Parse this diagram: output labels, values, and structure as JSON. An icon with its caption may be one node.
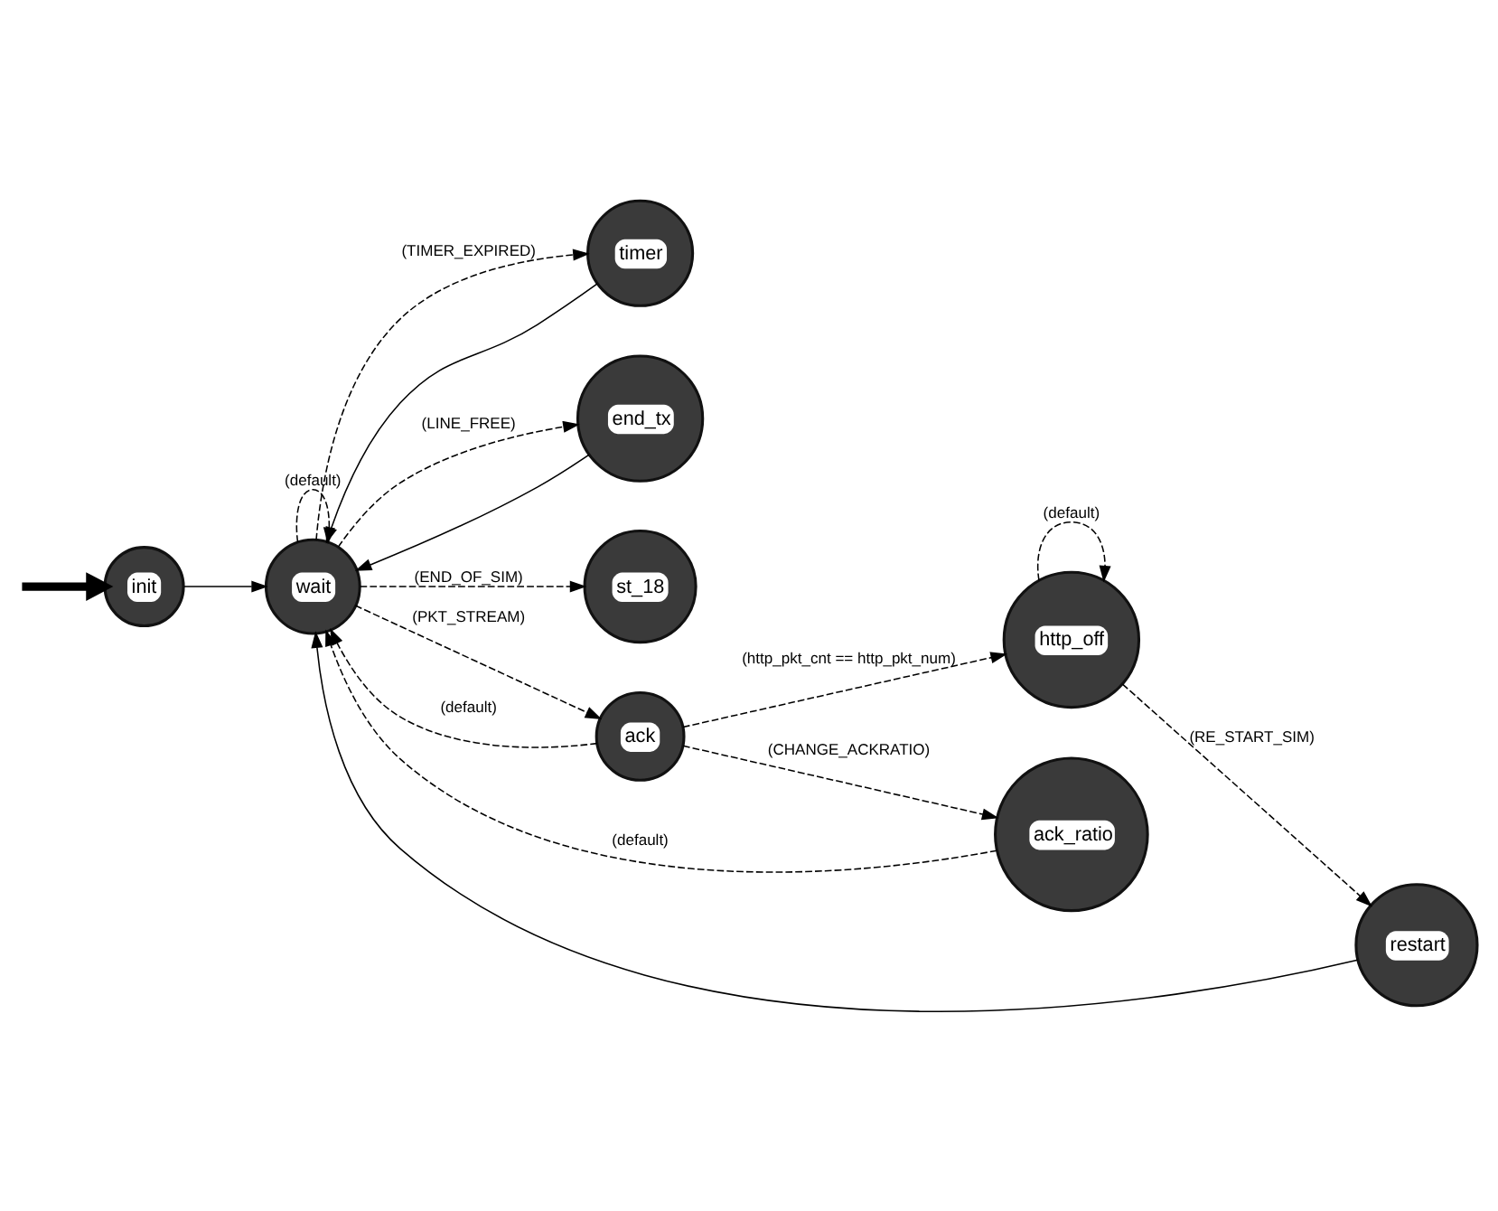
{
  "diagram": {
    "nodes": [
      {
        "text": [
          "init"
        ]
      },
      {
        "text": [
          "wait"
        ]
      },
      {
        "text": [
          "timer"
        ]
      },
      {
        "text": [
          "end_tx"
        ]
      },
      {
        "text": [
          "st_18"
        ]
      },
      {
        "text": [
          "ack"
        ]
      },
      {
        "text": [
          "ack_ratio"
        ]
      },
      {
        "text": [
          "restart"
        ]
      },
      {
        "text": [
          "http_off"
        ]
      }
    ],
    "edges": [
      {
        "from": null,
        "to": 0,
        "arrow": "to",
        "style": "thick"
      },
      {
        "from": 0,
        "to": 1,
        "arrow": "to"
      },
      {
        "from": 1,
        "to": 1,
        "arrow": "to",
        "label": "(default)",
        "style": "dashed"
      },
      {
        "from": 1,
        "to": 2,
        "arrow": "to",
        "label": "(TIMER_EXPIRED)",
        "style": "dashed"
      },
      {
        "from": 2,
        "to": 1,
        "arrow": "to"
      },
      {
        "from": 1,
        "to": 3,
        "arrow": "to",
        "label": "(LINE_FREE)",
        "style": "dashed"
      },
      {
        "from": 3,
        "to": 1,
        "arrow": "to"
      },
      {
        "from": 1,
        "to": 4,
        "arrow": "to",
        "label": "(END_OF_SIM)",
        "style": "dashed"
      },
      {
        "from": 1,
        "to": 5,
        "arrow": "to",
        "label": "(PKT_STREAM)",
        "style": "dashed"
      },
      {
        "from": 5,
        "to": 1,
        "arrow": "to",
        "label": "(default)",
        "style": "dashed"
      },
      {
        "from": 6,
        "to": 1,
        "arrow": "to",
        "label": "(default)",
        "style": "dashed"
      },
      {
        "from": 5,
        "to": 6,
        "arrow": "to",
        "label": "(CHANGE_ACKRATIO)",
        "style": "dashed"
      },
      {
        "from": 5,
        "to": 8,
        "arrow": "to",
        "label": "(http_pkt_cnt == http_pkt_num)",
        "style": "dashed"
      },
      {
        "from": 8,
        "to": 7,
        "arrow": "to",
        "label": "(RE_START_SIM)",
        "style": "dashed"
      },
      {
        "from": 8,
        "to": 8,
        "arrow": "to",
        "label": "(default)",
        "style": "dashed"
      },
      {
        "from": 7,
        "to": 1,
        "arrow": "to"
      }
    ]
  }
}
